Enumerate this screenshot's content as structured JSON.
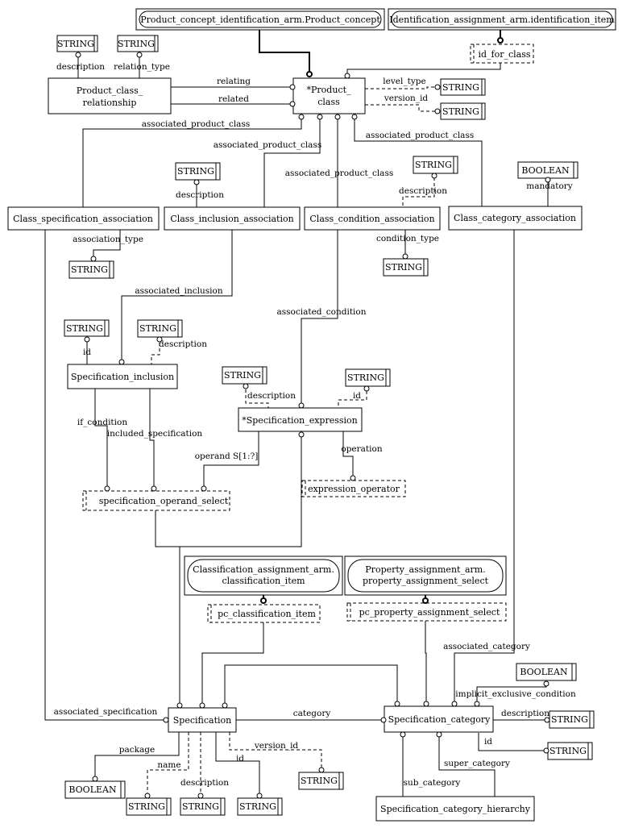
{
  "entities": {
    "product_concept_ext": "Product_concept_identification_arm.Product_concept",
    "identification_item_ext": "Identification_assignment_arm.identification_item",
    "id_for_class": "id_for_class",
    "product_class_line1": "*Product_",
    "product_class_line2": "class",
    "product_class_relationship_line1": "Product_class_",
    "product_class_relationship_line2": "relationship",
    "class_specification_association": "Class_specification_association",
    "class_inclusion_association": "Class_inclusion_association",
    "class_condition_association": "Class_condition_association",
    "class_category_association": "Class_category_association",
    "specification_inclusion": "Specification_inclusion",
    "specification_expression": "*Specification_expression",
    "specification_operand_select": "specification_operand_select",
    "expression_operator": "expression_operator",
    "classification_ext_line1": "Classification_assignment_arm.",
    "classification_ext_line2": "classification_item",
    "property_ext_line1": "Property_assignment_arm.",
    "property_ext_line2": "property_assignment_select",
    "pc_classification_item": "pc_classification_item",
    "pc_property_assignment_select": "pc_property_assignment_select",
    "specification": "Specification",
    "specification_category": "Specification_category",
    "specification_category_hierarchy": "Specification_category_hierarchy"
  },
  "types": {
    "string": "STRING",
    "boolean": "BOOLEAN"
  },
  "relationships": {
    "description": "description",
    "relation_type": "relation_type",
    "relating": "relating",
    "related": "related",
    "level_type": "level_type",
    "version_id": "version_id",
    "associated_product_class": "associated_product_class",
    "mandatory": "mandatory",
    "association_type": "association_type",
    "condition_type": "condition_type",
    "associated_inclusion": "associated_inclusion",
    "associated_condition": "associated_condition",
    "id": "id",
    "if_condition": "if_condition",
    "included_specification": "included_specification",
    "operand": "operand S[1:?]",
    "operation": "operation",
    "associated_category": "associated_category",
    "implicit_exclusive_condition": "implicit_exclusive_condition",
    "associated_specification": "associated_specification",
    "category": "category",
    "package": "package",
    "name": "name",
    "super_category": "super_category",
    "sub_category": "sub_category"
  }
}
